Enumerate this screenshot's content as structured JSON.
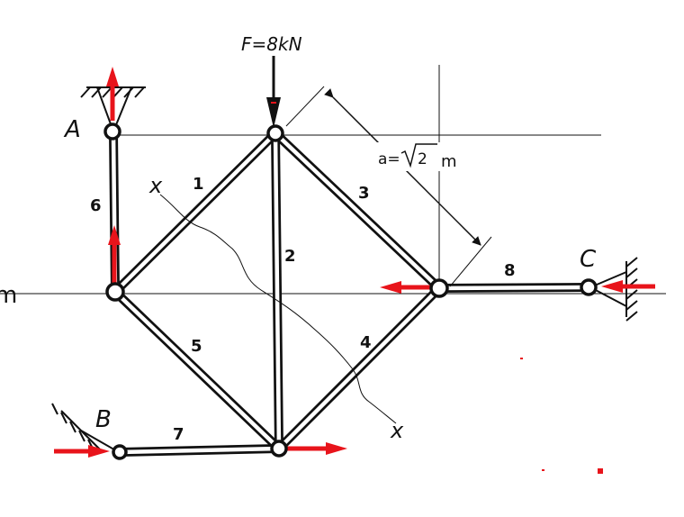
{
  "diagram": {
    "load_label": "F=8kN",
    "dimension_label": "a=√2 m",
    "dimension_prefix": "a=",
    "dimension_value": "2",
    "dimension_unit": "m",
    "section_label": "x",
    "section_label_bottom": "x",
    "support_labels": {
      "a": "A",
      "b": "B",
      "c": "C"
    },
    "member_labels": {
      "m1": "1",
      "m2": "2",
      "m3": "3",
      "m4": "4",
      "m5": "5",
      "m6": "6",
      "m7": "7",
      "m8": "8"
    },
    "edge_text": "m",
    "colors": {
      "ink": "#111111",
      "reaction": "#e8141b"
    }
  }
}
